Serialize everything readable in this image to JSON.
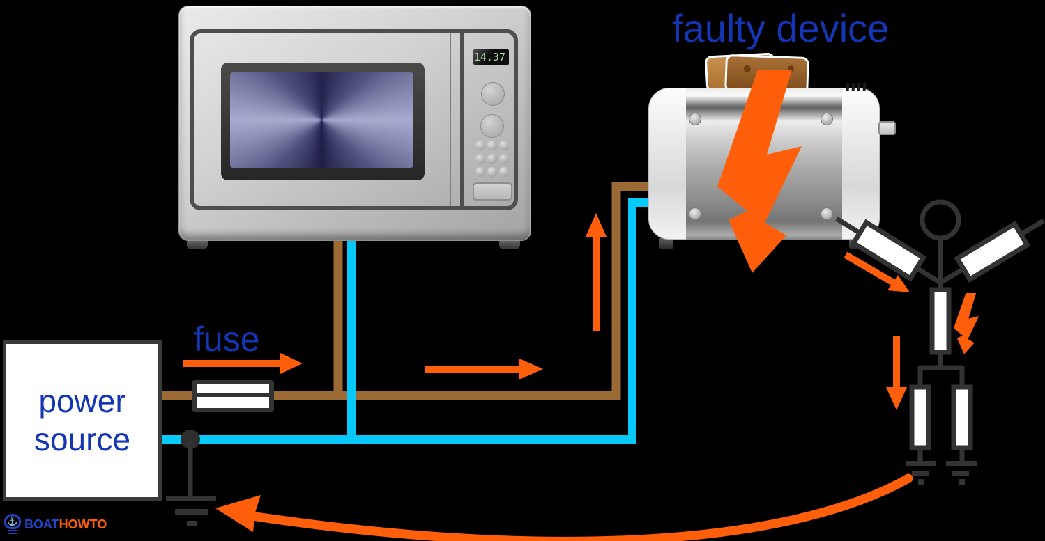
{
  "labels": {
    "faulty_device": "faulty device",
    "fuse": "fuse"
  },
  "power_source": {
    "line1": "power",
    "line2": "source"
  },
  "microwave": {
    "display_value": "14.37"
  },
  "logo": {
    "word1": "Boat",
    "word2": "How",
    "word3": "To",
    "anchor_glyph": "⚓"
  },
  "colors": {
    "background": "#000000",
    "label_blue": "#1435b4",
    "orange": "#ff5f0a",
    "wire_brown": "#9c6a35",
    "wire_cyan": "#06c8f9",
    "stroke_dark": "#333333",
    "display_green": "#a9d8a5",
    "logo_blue": "#2343cb",
    "logo_orange": "#ff6005"
  }
}
